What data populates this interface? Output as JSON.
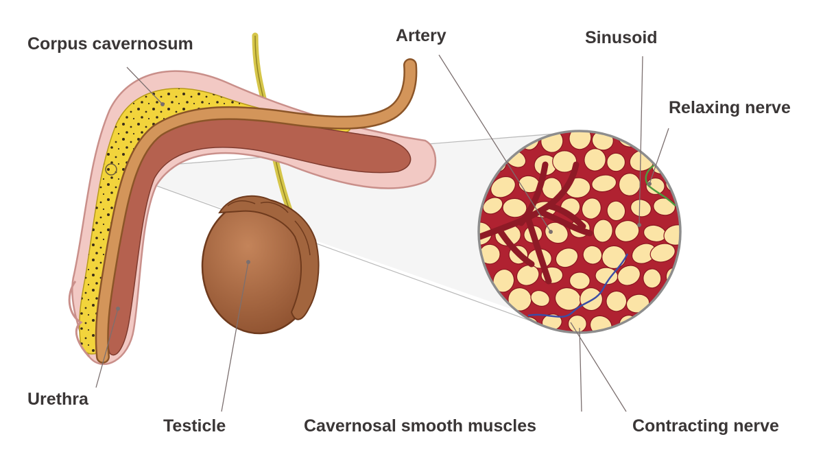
{
  "labels": {
    "corpus_cavernosum": "Corpus cavernosum",
    "artery": "Artery",
    "sinusoid": "Sinusoid",
    "relaxing_nerve": "Relaxing nerve",
    "urethra": "Urethra",
    "testicle": "Testicle",
    "cavernosal_smooth_muscles": "Cavernosal smooth muscles",
    "contracting_nerve": "Contracting nerve"
  },
  "colors": {
    "skin": "#f2c9c4",
    "skin_outline": "#c98f8a",
    "spongy_tissue": "#f2d43c",
    "artery": "#c98a4e",
    "urethra_inner": "#b5614f",
    "testicle": "#a8673f",
    "sinus_fill": "#fbe4a6",
    "smooth_muscle": "#b02231",
    "relaxing_nerve": "#4f9a3e",
    "contracting_nerve": "#3b4da6",
    "spermatic_cord": "#d6c64a",
    "leader_line": "#7b6f6f",
    "label_text": "#3a3636"
  }
}
